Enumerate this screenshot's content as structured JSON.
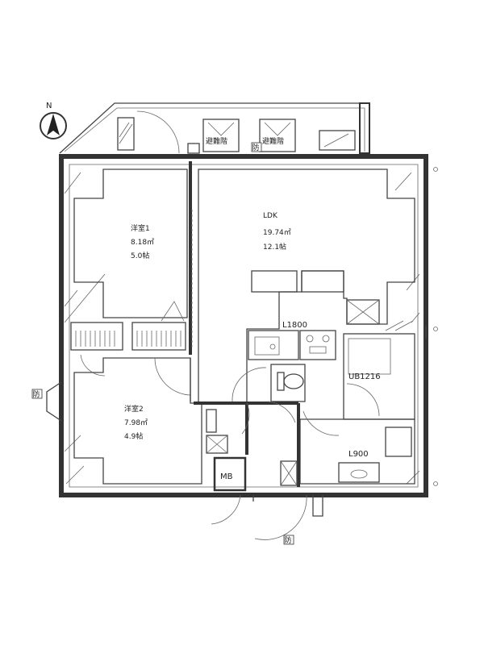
{
  "compass": {
    "north_label": "N"
  },
  "rooms": {
    "bedroom1": {
      "name": "洋室1",
      "area": "8.18㎡",
      "tatami": "5.0帖"
    },
    "bedroom2": {
      "name": "洋室2",
      "area": "7.98㎡",
      "tatami": "4.9帖"
    },
    "ldk": {
      "name": "LDK",
      "area": "19.74㎡",
      "tatami": "12.1帖"
    }
  },
  "fixtures": {
    "kitchen": "L1800",
    "bath": "UB1216",
    "vanity": "L900",
    "meter_box": "MB"
  },
  "balcony_labels": {
    "left_panel": "避難階",
    "right_panel": "避難階"
  },
  "fire_marks": {
    "mark": "防"
  },
  "colors": {
    "wall": "#333333",
    "line": "#444444",
    "hatch": "#9a9a9a"
  }
}
